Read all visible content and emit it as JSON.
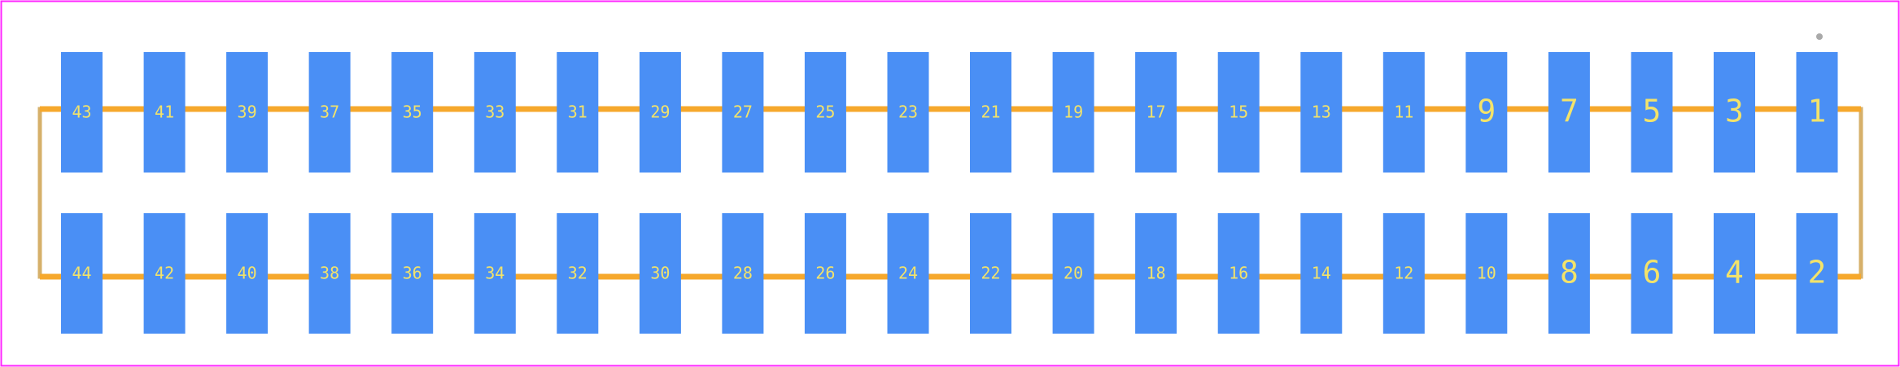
{
  "colors": {
    "background": "#ffffff",
    "border": "#ff26ff",
    "pad": "#4a8ff5",
    "silkscreen": "#f6a82c",
    "outline": "#d6b06a",
    "label": "#f3e36a",
    "marker": "#a9a9a9"
  },
  "pin1_marker": "pin1-dot",
  "top_row": {
    "pads": [
      "43",
      "41",
      "39",
      "37",
      "35",
      "33",
      "31",
      "29",
      "27",
      "25",
      "23",
      "21",
      "19",
      "17",
      "15",
      "13",
      "11",
      "9",
      "7",
      "5",
      "3",
      "1"
    ]
  },
  "bottom_row": {
    "pads": [
      "44",
      "42",
      "40",
      "38",
      "36",
      "34",
      "32",
      "30",
      "28",
      "26",
      "24",
      "22",
      "20",
      "18",
      "16",
      "14",
      "12",
      "10",
      "8",
      "6",
      "4",
      "2"
    ]
  }
}
